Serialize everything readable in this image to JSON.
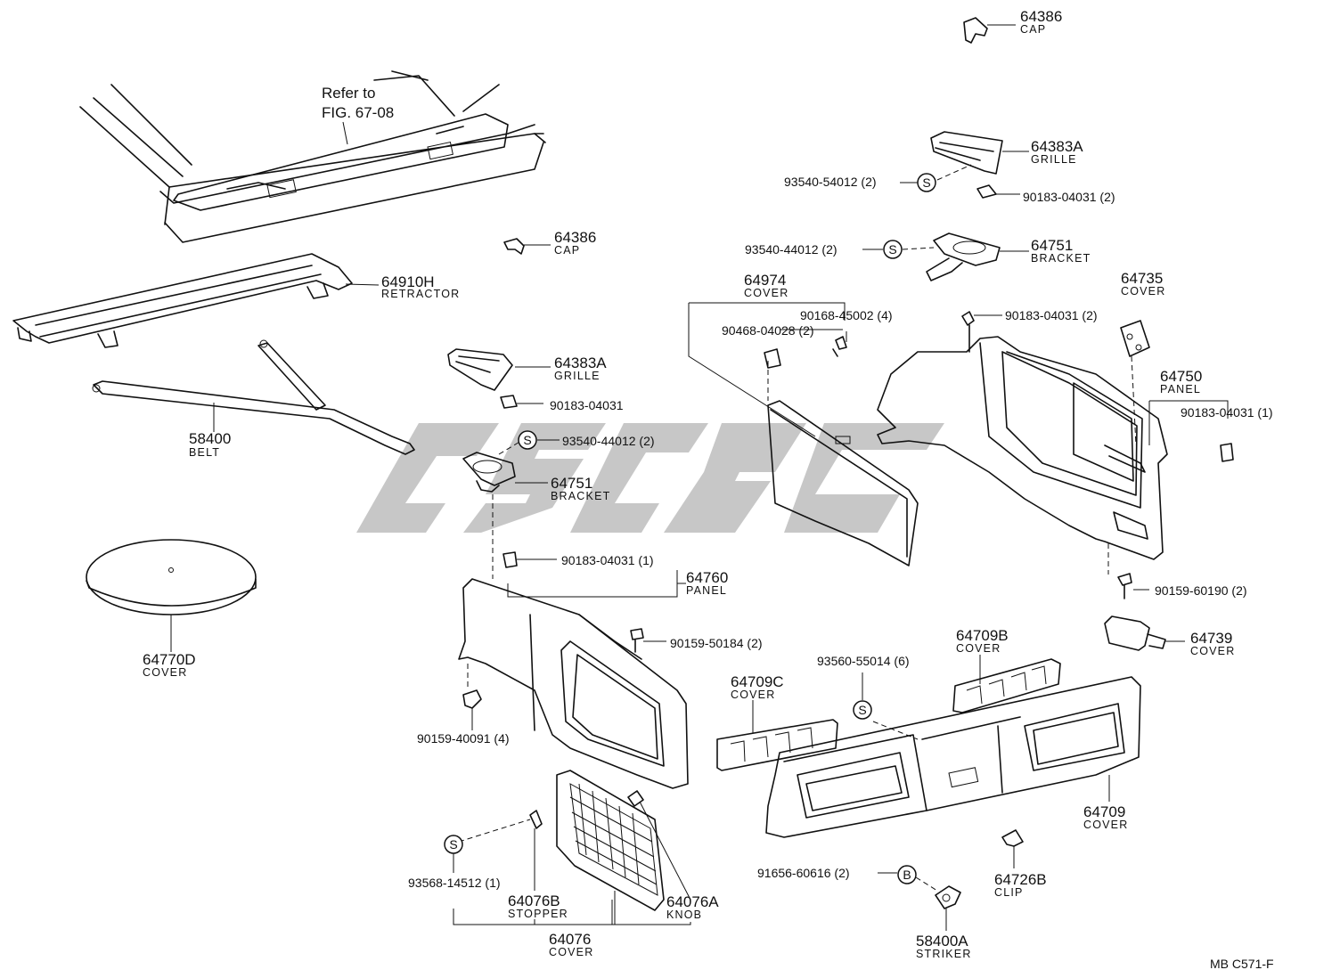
{
  "ref_note": [
    "Refer to",
    "FIG. 67-08"
  ],
  "footer_code": "MB  C571-F",
  "symbols": {
    "s": "S",
    "b": "B"
  },
  "watermark": "csc-logo",
  "labels": [
    {
      "id": "cap_top_pn",
      "text": "64386"
    },
    {
      "id": "cap_top_nm",
      "text": "CAP"
    },
    {
      "id": "grille_r_pn",
      "text": "64383A"
    },
    {
      "id": "grille_r_nm",
      "text": "GRILLE"
    },
    {
      "id": "scr_93540_54012",
      "text": "93540-54012 (2)"
    },
    {
      "id": "clip_90183_r1",
      "text": "90183-04031 (2)"
    },
    {
      "id": "scr_93540_44012_r",
      "text": "93540-44012 (2)"
    },
    {
      "id": "bracket_r_pn",
      "text": "64751"
    },
    {
      "id": "bracket_r_nm",
      "text": "BRACKET"
    },
    {
      "id": "cap_l_pn",
      "text": "64386"
    },
    {
      "id": "cap_l_nm",
      "text": "CAP"
    },
    {
      "id": "retr_pn",
      "text": "64910H"
    },
    {
      "id": "retr_nm",
      "text": "RETRACTOR"
    },
    {
      "id": "belt_pn",
      "text": "58400"
    },
    {
      "id": "belt_nm",
      "text": "BELT"
    },
    {
      "id": "grille_l_pn",
      "text": "64383A"
    },
    {
      "id": "grille_l_nm",
      "text": "GRILLE"
    },
    {
      "id": "clip_90183_l",
      "text": "90183-04031"
    },
    {
      "id": "scr_93540_44012_l",
      "text": "93540-44012 (2)"
    },
    {
      "id": "bracket_l_pn",
      "text": "64751"
    },
    {
      "id": "bracket_l_nm",
      "text": "BRACKET"
    },
    {
      "id": "cover_disc_pn",
      "text": "64770D"
    },
    {
      "id": "cover_disc_nm",
      "text": "COVER"
    },
    {
      "id": "cover_974_pn",
      "text": "64974"
    },
    {
      "id": "cover_974_nm",
      "text": "COVER"
    },
    {
      "id": "scr_90168",
      "text": "90168-45002 (4)"
    },
    {
      "id": "scr_90468",
      "text": "90468-04028 (2)"
    },
    {
      "id": "clip_90183_r2",
      "text": "90183-04031 (2)"
    },
    {
      "id": "cover_735_pn",
      "text": "64735"
    },
    {
      "id": "cover_735_nm",
      "text": "COVER"
    },
    {
      "id": "panel_750_pn",
      "text": "64750"
    },
    {
      "id": "panel_750_nm",
      "text": "PANEL"
    },
    {
      "id": "clip_90183_r3",
      "text": "90183-04031 (1)"
    },
    {
      "id": "clip_90183_l2",
      "text": "90183-04031 (1)"
    },
    {
      "id": "panel_760_pn",
      "text": "64760"
    },
    {
      "id": "panel_760_nm",
      "text": "PANEL"
    },
    {
      "id": "scr_90159_50184",
      "text": "90159-50184 (2)"
    },
    {
      "id": "scr_90159_60190",
      "text": "90159-60190 (2)"
    },
    {
      "id": "cover_739_pn",
      "text": "64739"
    },
    {
      "id": "cover_739_nm",
      "text": "COVER"
    },
    {
      "id": "cover_709b_pn",
      "text": "64709B"
    },
    {
      "id": "cover_709b_nm",
      "text": "COVER"
    },
    {
      "id": "scr_93560",
      "text": "93560-55014 (6)"
    },
    {
      "id": "cover_709c_pn",
      "text": "64709C"
    },
    {
      "id": "cover_709c_nm",
      "text": "COVER"
    },
    {
      "id": "scr_90159_40091",
      "text": "90159-40091 (4)"
    },
    {
      "id": "cover_709_pn",
      "text": "64709"
    },
    {
      "id": "cover_709_nm",
      "text": "COVER"
    },
    {
      "id": "scr_93568",
      "text": "93568-14512 (1)"
    },
    {
      "id": "stopper_pn",
      "text": "64076B"
    },
    {
      "id": "stopper_nm",
      "text": "STOPPER"
    },
    {
      "id": "knob_pn",
      "text": "64076A"
    },
    {
      "id": "knob_nm",
      "text": "KNOB"
    },
    {
      "id": "cover_076_pn",
      "text": "64076"
    },
    {
      "id": "cover_076_nm",
      "text": "COVER"
    },
    {
      "id": "bolt_91656",
      "text": "91656-60616 (2)"
    },
    {
      "id": "clip_726b_pn",
      "text": "64726B"
    },
    {
      "id": "clip_726b_nm",
      "text": "CLIP"
    },
    {
      "id": "striker_pn",
      "text": "58400A"
    },
    {
      "id": "striker_nm",
      "text": "STRIKER"
    }
  ]
}
